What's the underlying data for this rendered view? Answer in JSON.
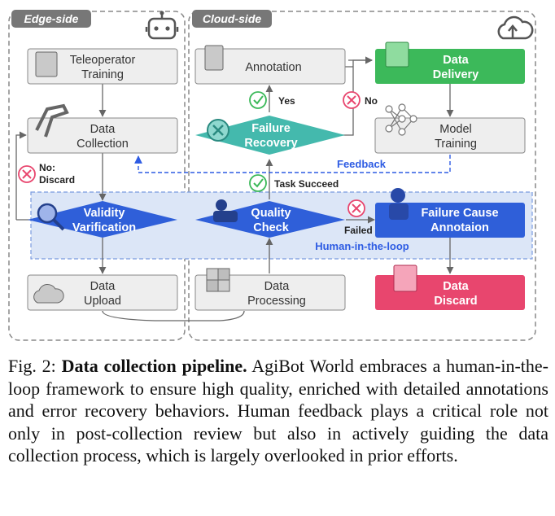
{
  "sections": {
    "edge_label": "Edge-side",
    "cloud_label": "Cloud-side"
  },
  "nodes": {
    "teleop": [
      "Teleoperator",
      "Training"
    ],
    "collection": [
      "Data",
      "Collection"
    ],
    "validity": [
      "Validity",
      "Varification"
    ],
    "upload": [
      "Data",
      "Upload"
    ],
    "annotation": [
      "Annotation"
    ],
    "failure_recovery": [
      "Failure",
      "Recovery"
    ],
    "quality": [
      "Quality",
      "Check"
    ],
    "processing": [
      "Data",
      "Processing"
    ],
    "delivery": [
      "Data",
      "Delivery"
    ],
    "model": [
      "Model",
      "Training"
    ],
    "failure_cause": [
      "Failure Cause",
      "Annotaion"
    ],
    "discard": [
      "Data",
      "Discard"
    ]
  },
  "edge_labels": {
    "yes": "Yes",
    "no": "No",
    "no_discard": [
      "No:",
      "Discard"
    ],
    "task_succeed": "Task Succeed",
    "failed": "Failed",
    "feedback": "Feedback",
    "human_loop": "Human-in-the-loop"
  },
  "icons": [
    "robot-icon",
    "cloud-upload-icon",
    "check-icon",
    "cross-icon"
  ],
  "colors": {
    "gray_box": "#eeeeee",
    "green": "#3cb95a",
    "teal": "#44b9ad",
    "blue": "#2f5fd9",
    "pink": "#e8466e",
    "band": "#dce6f7"
  },
  "caption": {
    "prefix": "Fig. 2: ",
    "title": "Data collection pipeline.",
    "body": " AgiBot World embraces a human-in-the-loop framework to ensure high quality, enriched with detailed annotations and error recovery behaviors. Human feedback plays a critical role not only in post-collection review but also in actively guiding the data collection process, which is largely overlooked in prior efforts."
  }
}
